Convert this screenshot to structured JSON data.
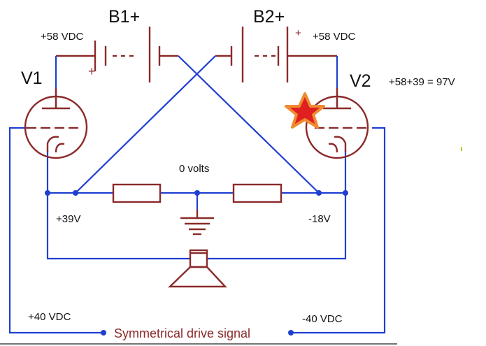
{
  "labels": {
    "b1": "B1+",
    "b2": "B2+",
    "v1": "V1",
    "v2": "V2",
    "b1_voltage": "+58 VDC",
    "b2_voltage": "+58 VDC",
    "b1_plus": "+",
    "b2_plus": "+",
    "v2_sum": "+58+39 = 97V",
    "zero": "0 volts",
    "left_node": "+39V",
    "right_node": "-18V",
    "left_drive": "+40 VDC",
    "right_drive": "-40 VDC",
    "drive": "Symmetrical drive signal"
  },
  "colors": {
    "wire": "#1f3fd1",
    "component": "#8b2a2a",
    "star_fill": "#e02020",
    "star_outline": "#f08a30",
    "tick": "#b8d200"
  }
}
